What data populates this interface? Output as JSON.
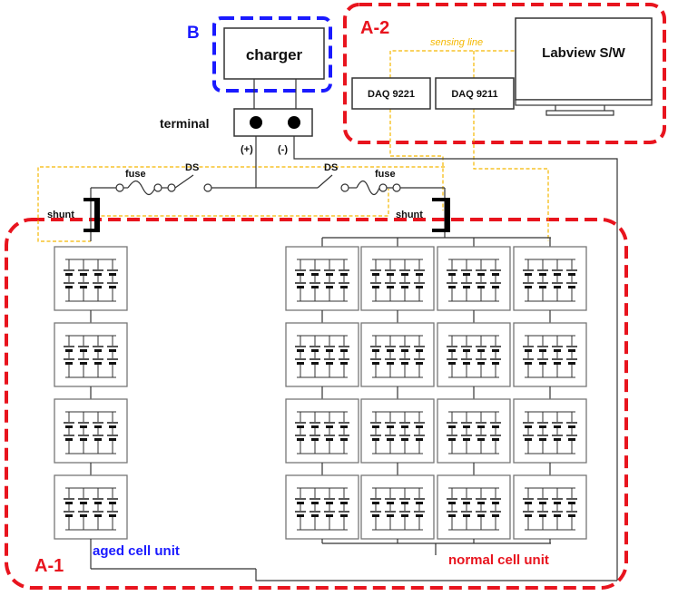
{
  "labels": {
    "b": "B",
    "a2": "A-2",
    "a1": "A-1",
    "charger": "charger",
    "labview": "Labview S/W",
    "daq1": "DAQ 9221",
    "daq2": "DAQ 9211",
    "sensing": "sensing line",
    "terminal": "terminal",
    "plus": "(+)",
    "minus": "(-)",
    "fuse_left": "fuse",
    "fuse_right": "fuse",
    "ds_left": "DS",
    "ds_right": "DS",
    "shunt_left": "shunt",
    "shunt_right": "shunt",
    "aged": "aged cell unit",
    "normal": "normal cell unit"
  },
  "colors": {
    "blue": "#1a1aff",
    "red": "#e8141e",
    "orange": "#f5b800",
    "line": "#333333"
  }
}
